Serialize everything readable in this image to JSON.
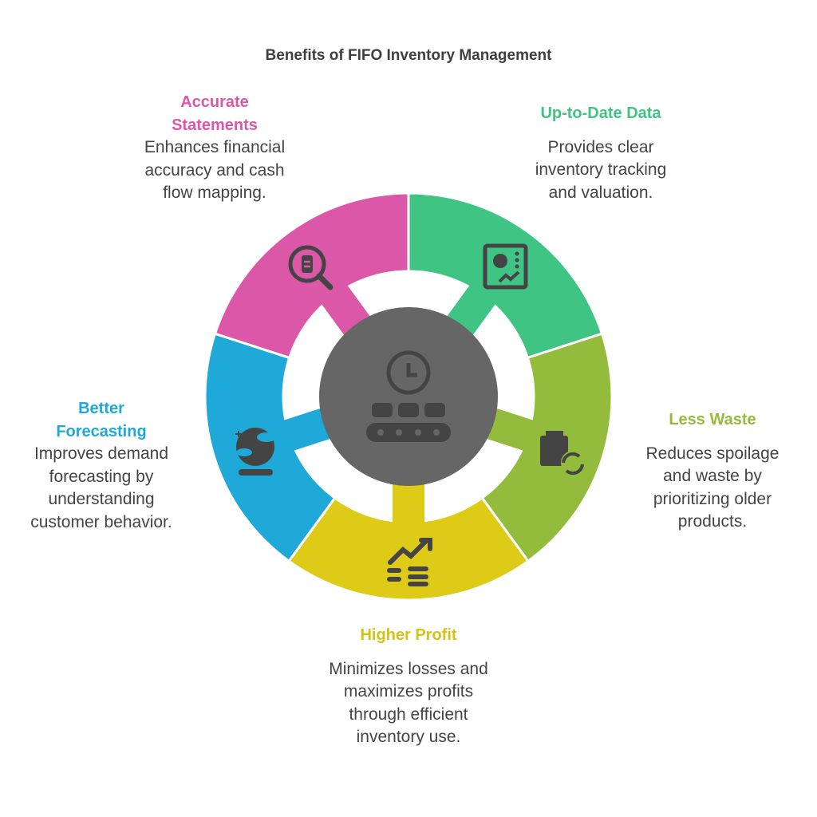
{
  "title": "Benefits of FIFO Inventory Management",
  "center": {
    "icon": "clock-conveyor-belt-icon",
    "color": "#666666"
  },
  "segments": [
    {
      "label": "Up-to-Date Data",
      "description": "Provides clear inventory tracking and valuation.",
      "color": "#40C484",
      "icon": "dashboard-chart-icon"
    },
    {
      "label": "Less Waste",
      "description": "Reduces spoilage and waste by prioritizing older products.",
      "color": "#93BC3C",
      "icon": "box-recycle-icon"
    },
    {
      "label": "Higher Profit",
      "description": "Minimizes losses and maximizes profits through efficient inventory use.",
      "color": "#DDCB17",
      "icon": "trend-up-coins-icon"
    },
    {
      "label": "Better Forecasting",
      "description": "Improves demand forecasting by understanding customer behavior.",
      "color": "#1EA9D9",
      "icon": "crystal-ball-icon"
    },
    {
      "label": "Accurate Statements",
      "description": "Enhances financial accuracy and cash flow mapping.",
      "color": "#DB58A8",
      "icon": "search-document-icon"
    }
  ]
}
